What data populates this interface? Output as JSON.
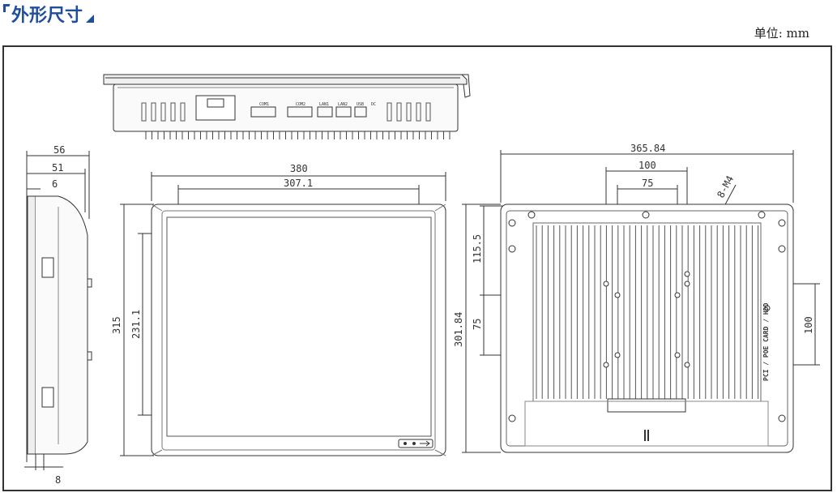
{
  "header": {
    "title": "外形尺寸",
    "unit": "单位: mm"
  },
  "top_view": {
    "port_labels": [
      "COM1",
      "COM2",
      "LAN1",
      "LAN2",
      "USB",
      "DC"
    ]
  },
  "side_view": {
    "dims": {
      "depth": "56",
      "depth2": "51",
      "bezel": "6",
      "bottom": "8"
    }
  },
  "front_view": {
    "dims": {
      "width": "380",
      "screen_width": "307.1",
      "height": "315",
      "screen_height": "231.1"
    }
  },
  "rear_view": {
    "dims": {
      "width": "365.84",
      "vesa_outer": "100",
      "vesa_inner": "75",
      "holes": "8-M4",
      "top_offset": "115.5",
      "vesa_v": "75",
      "height": "301.84",
      "vesa_v_outer": "100"
    },
    "slot_label": "PCI / POE CARD / HDD"
  }
}
